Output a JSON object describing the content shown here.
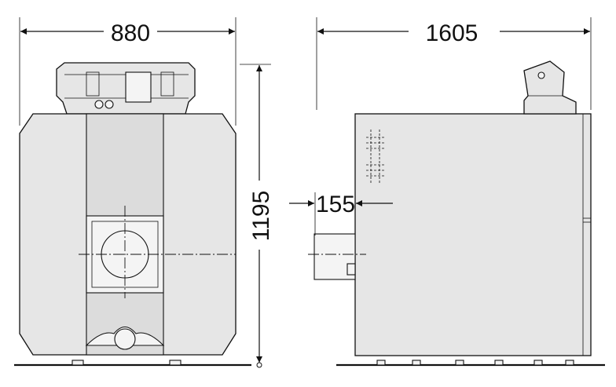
{
  "dimensions": {
    "front_width": "880",
    "side_depth": "1605",
    "height": "1195",
    "flue_offset": "155"
  }
}
